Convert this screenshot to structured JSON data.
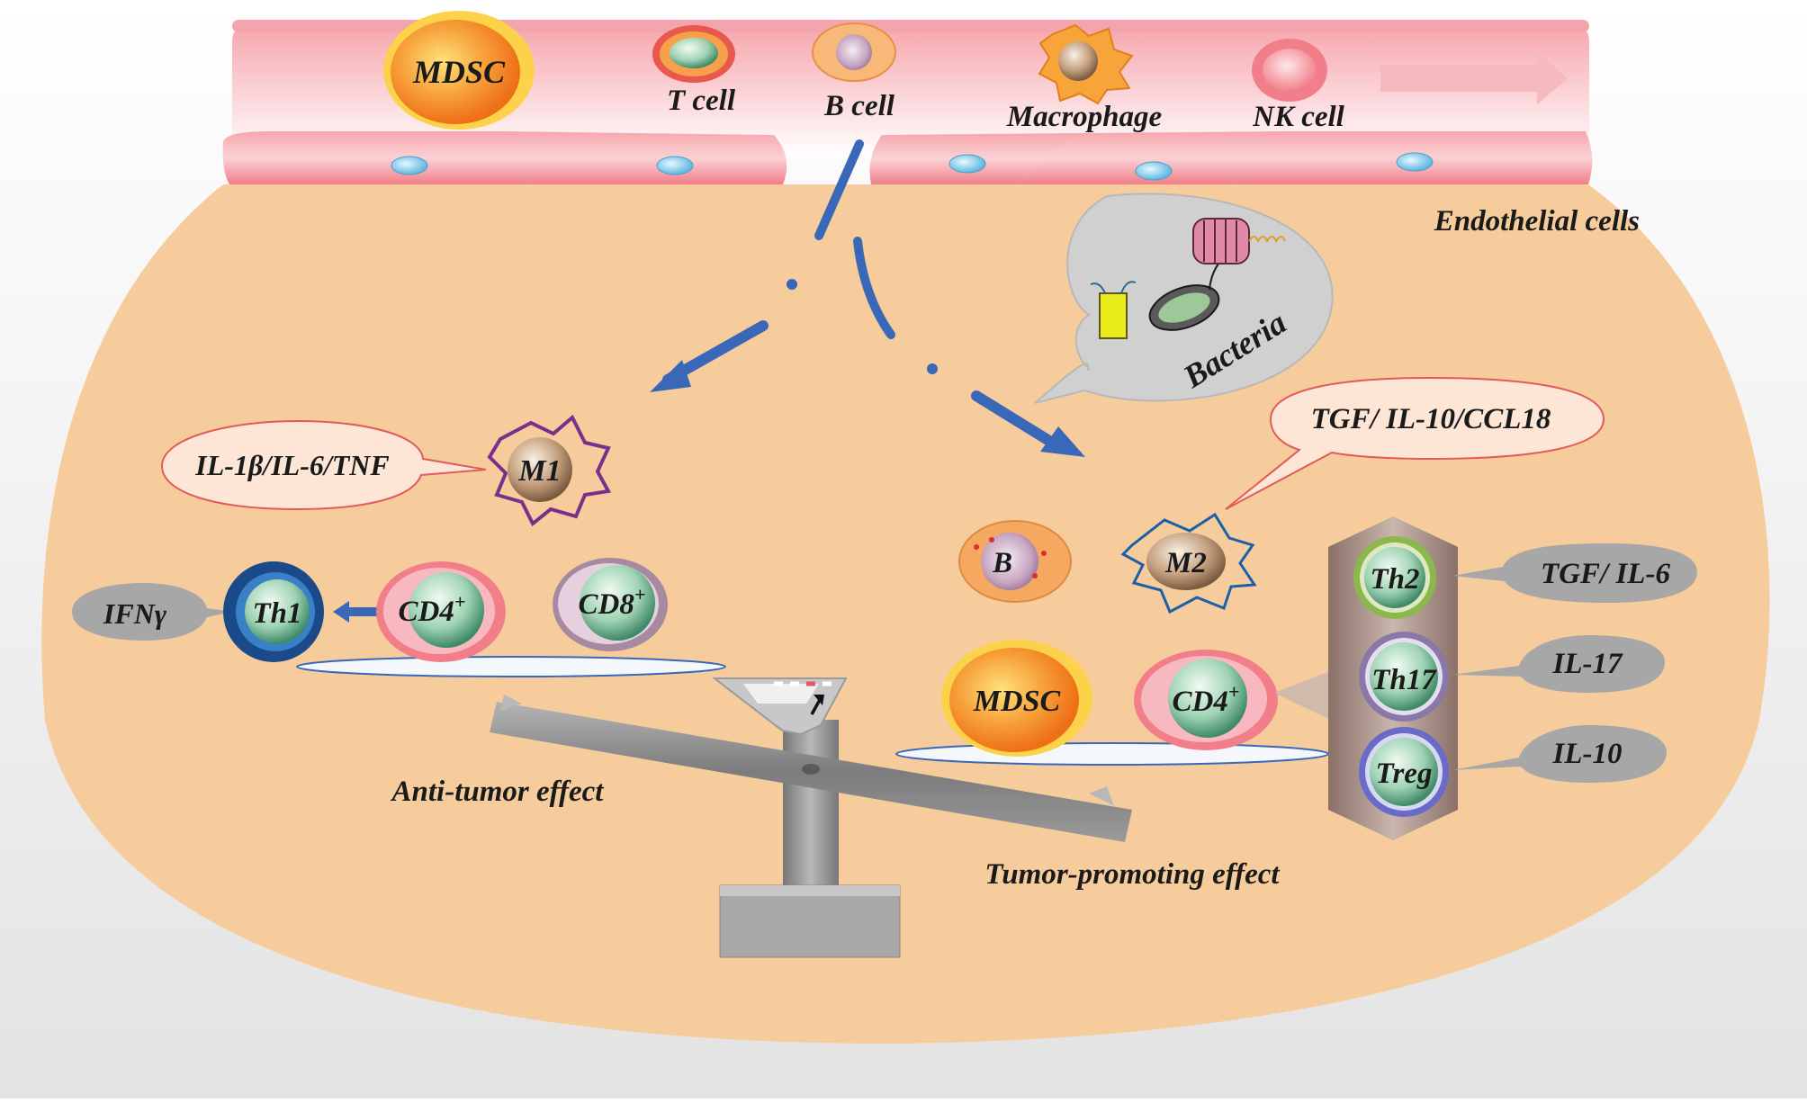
{
  "vessel": {
    "mdsc": "MDSC",
    "t_cell": "T cell",
    "b_cell": "B cell",
    "macrophage": "Macrophage",
    "nk_cell": "NK cell",
    "endothelial": "Endothelial cells"
  },
  "bacteria": "Bacteria",
  "anti_tumor": {
    "cytokines": "IL-1β/IL-6/TNF",
    "m1": "M1",
    "ifn": "IFNγ",
    "th1": "Th1",
    "cd4": "CD4",
    "cd8": "CD8",
    "sup": "+",
    "effect": "Anti-tumor effect"
  },
  "pro_tumor": {
    "cytokines": "TGF/ IL-10/CCL18",
    "b": "B",
    "m2": "M2",
    "mdsc": "MDSC",
    "cd4": "CD4",
    "sup": "+",
    "th2": "Th2",
    "th17": "Th17",
    "treg": "Treg",
    "th2_cytokines": "TGF/ IL-6",
    "il17": "IL-17",
    "il10": "IL-10",
    "effect": "Tumor-promoting effect"
  },
  "colors": {
    "tissue": "#f7cc9c",
    "vessel_wall": "#f08a94",
    "arrow_blue": "#3a68b8",
    "mdsc_orange": "#f5921e"
  }
}
